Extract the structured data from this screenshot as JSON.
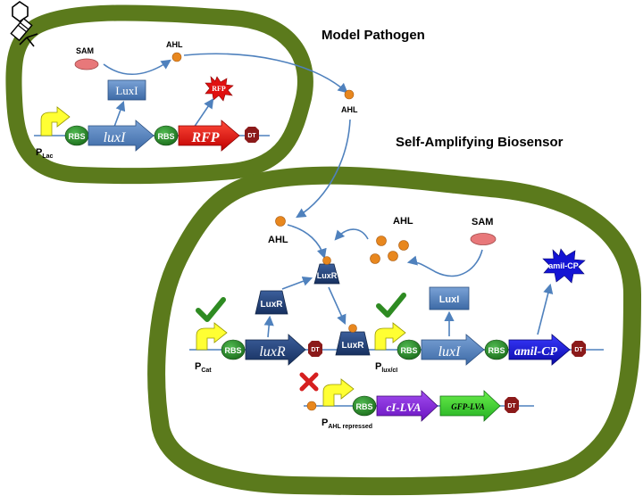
{
  "titles": {
    "pathogen": "Model Pathogen",
    "biosensor": "Self-Amplifying Biosensor"
  },
  "pathogen": {
    "sam": "SAM",
    "ahl_top": "AHL",
    "ahl_out": "AHL",
    "luxi_protein": "LuxI",
    "rfp_protein": "RFP",
    "promoter_main": "P",
    "promoter_sub": "Lac",
    "rbs1": "RBS",
    "gene1": "luxI",
    "rbs2": "RBS",
    "gene2": "RFP",
    "terminator": "DT"
  },
  "biosensor": {
    "ahl_left": "AHL",
    "ahl_right": "AHL",
    "sam": "SAM",
    "luxr_top": "LuxR",
    "luxr_left": "LuxR",
    "luxr_bound": "LuxR",
    "luxi_protein": "LuxI",
    "amilcp_protein": "amil-CP",
    "p_cat_main": "P",
    "p_cat_sub": "Cat",
    "rbs_a": "RBS",
    "gene_luxr": "luxR",
    "dt_a": "DT",
    "p_lux_main": "P",
    "p_lux_sub": "lux/cI",
    "rbs_b": "RBS",
    "gene_luxi": "luxI",
    "rbs_c": "RBS",
    "gene_amilcp": "amil-CP",
    "dt_b": "DT",
    "p_rep_main": "P",
    "p_rep_sub": "AHL repressed",
    "rbs_d": "RBS",
    "gene_ci": "cI-LVA",
    "gene_gfp": "GFP-LVA",
    "dt_c": "DT"
  },
  "colors": {
    "membrane": "#5b7a1c",
    "arrow": "#4f81bd",
    "rbs": "#2f8f2f",
    "terminator": "#8b1a1a",
    "promoter": "#ffff33",
    "gene_blue": "#4f81bd",
    "gene_dark": "#1f3d73",
    "gene_red": "#e01010",
    "gene_amil": "#1414d4",
    "gene_purple": "#8a2be2",
    "gene_green": "#33cc33",
    "sam": "#e8787a",
    "ahl": "#e8871e",
    "check": "#2e8b22",
    "cross": "#d62020"
  },
  "icons": [
    "phage-icon",
    "check-icon",
    "cross-icon",
    "star-burst-icon"
  ]
}
